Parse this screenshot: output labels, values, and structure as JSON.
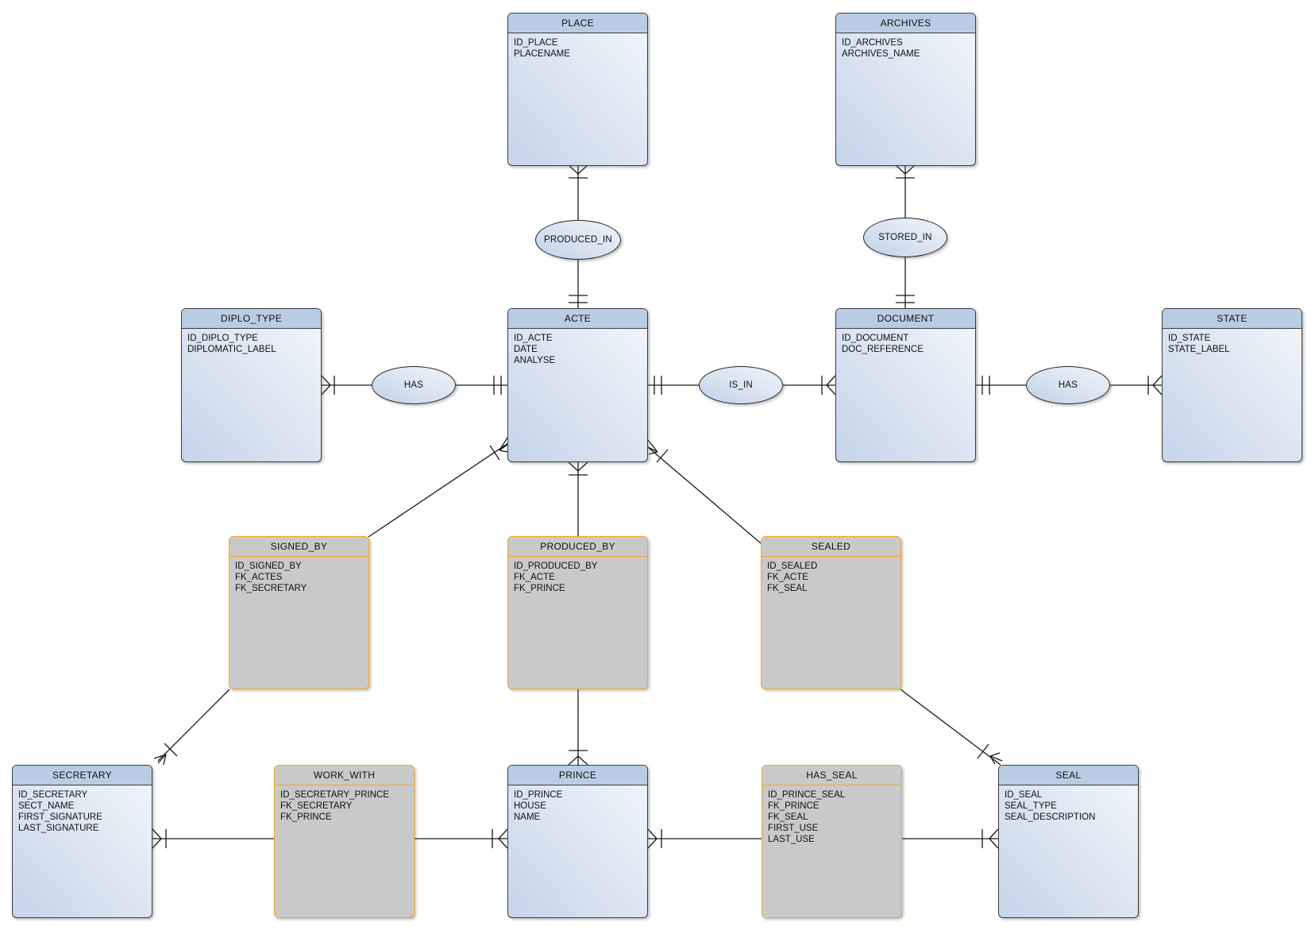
{
  "diagram": {
    "kind": "entity-relationship-diagram"
  },
  "entities": {
    "place": {
      "title": "PLACE",
      "fields": [
        "ID_PLACE",
        "PLACENAME"
      ]
    },
    "archives": {
      "title": "ARCHIVES",
      "fields": [
        "ID_ARCHIVES",
        "ARCHIVES_NAME"
      ]
    },
    "diplo_type": {
      "title": "DIPLO_TYPE",
      "fields": [
        "ID_DIPLO_TYPE",
        "DIPLOMATIC_LABEL"
      ]
    },
    "acte": {
      "title": "ACTE",
      "fields": [
        "ID_ACTE",
        "DATE",
        "ANALYSE"
      ]
    },
    "document": {
      "title": "DOCUMENT",
      "fields": [
        "ID_DOCUMENT",
        "DOC_REFERENCE"
      ]
    },
    "state": {
      "title": "STATE",
      "fields": [
        "ID_STATE",
        "STATE_LABEL"
      ]
    },
    "signed_by": {
      "title": "SIGNED_BY",
      "fields": [
        "ID_SIGNED_BY",
        "FK_ACTES",
        "FK_SECRETARY"
      ]
    },
    "produced_by": {
      "title": "PRODUCED_BY",
      "fields": [
        "ID_PRODUCED_BY",
        "FK_ACTE",
        "FK_PRINCE"
      ]
    },
    "sealed": {
      "title": "SEALED",
      "fields": [
        "ID_SEALED",
        "FK_ACTE",
        "FK_SEAL"
      ]
    },
    "secretary": {
      "title": "SECRETARY",
      "fields": [
        "ID_SECRETARY",
        "SECT_NAME",
        "FIRST_SIGNATURE",
        "LAST_SIGNATURE"
      ]
    },
    "work_with": {
      "title": "WORK_WITH",
      "fields": [
        "ID_SECRETARY_PRINCE",
        "FK_SECRETARY",
        "FK_PRINCE"
      ]
    },
    "prince": {
      "title": "PRINCE",
      "fields": [
        "ID_PRINCE",
        "HOUSE",
        "NAME"
      ]
    },
    "has_seal": {
      "title": "HAS_SEAL",
      "fields": [
        "ID_PRINCE_SEAL",
        "FK_PRINCE",
        "FK_SEAL",
        "FIRST_USE",
        "LAST_USE"
      ]
    },
    "seal": {
      "title": "SEAL",
      "fields": [
        "ID_SEAL",
        "SEAL_TYPE",
        "SEAL_DESCRIPTION"
      ]
    }
  },
  "relationships": {
    "produced_in": "PRODUCED_IN",
    "stored_in": "STORED_IN",
    "has_diplo": "HAS",
    "is_in": "IS_IN",
    "has_state": "HAS"
  },
  "connections": [
    {
      "from": "PLACE",
      "to": "ACTE",
      "via": "PRODUCED_IN",
      "from_end": "many-one",
      "to_end": "one-one"
    },
    {
      "from": "ARCHIVES",
      "to": "DOCUMENT",
      "via": "STORED_IN",
      "from_end": "many-one",
      "to_end": "one-one"
    },
    {
      "from": "DIPLO_TYPE",
      "to": "ACTE",
      "via": "HAS",
      "from_end": "many-one",
      "to_end": "one-one"
    },
    {
      "from": "ACTE",
      "to": "DOCUMENT",
      "via": "IS_IN",
      "from_end": "one-one",
      "to_end": "one-many"
    },
    {
      "from": "DOCUMENT",
      "to": "STATE",
      "via": "HAS",
      "from_end": "one-one",
      "to_end": "one-many"
    },
    {
      "from": "ACTE",
      "to": "SIGNED_BY",
      "from_end": "many-one"
    },
    {
      "from": "ACTE",
      "to": "PRODUCED_BY",
      "from_end": "many-one"
    },
    {
      "from": "ACTE",
      "to": "SEALED",
      "from_end": "many-one"
    },
    {
      "from": "SIGNED_BY",
      "to": "SECRETARY",
      "to_end": "one-many"
    },
    {
      "from": "PRODUCED_BY",
      "to": "PRINCE",
      "to_end": "one-many"
    },
    {
      "from": "SEALED",
      "to": "SEAL",
      "to_end": "one-many"
    },
    {
      "from": "SECRETARY",
      "to": "WORK_WITH",
      "from_end": "many-one"
    },
    {
      "from": "WORK_WITH",
      "to": "PRINCE",
      "to_end": "one-many"
    },
    {
      "from": "PRINCE",
      "to": "HAS_SEAL",
      "from_end": "many-one"
    },
    {
      "from": "HAS_SEAL",
      "to": "SEAL",
      "to_end": "one-many"
    }
  ],
  "colors": {
    "entity_header": "#b9cce4",
    "entity_body_light": "#f4f7fc",
    "entity_body_dark": "#c6d4e9",
    "entity_border": "#3c3c3c",
    "junction_fill": "#c9c9c9",
    "junction_border": "#f6a723",
    "connector_line": "#1a1a1a",
    "background": "#ffffff"
  }
}
